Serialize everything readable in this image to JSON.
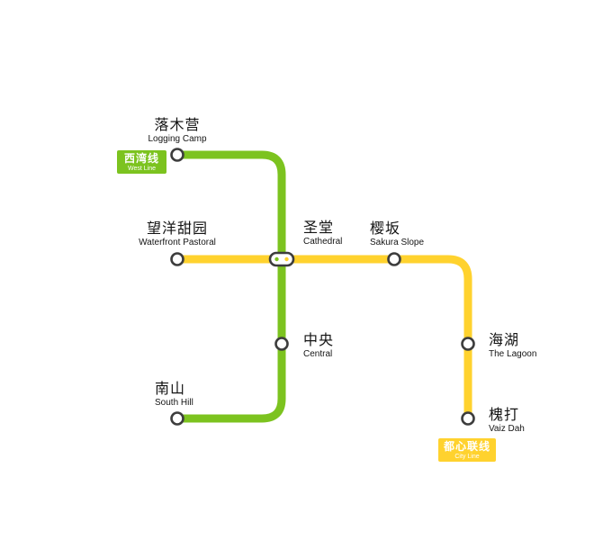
{
  "lines": {
    "west": {
      "name_zh": "西湾线",
      "name_en": "West Line",
      "color": "#7cc31f"
    },
    "city": {
      "name_zh": "都心联线",
      "name_en": "City Line",
      "color": "#ffd22e"
    }
  },
  "stations": {
    "logging_camp": {
      "zh": "落木营",
      "en": "Logging Camp"
    },
    "waterfront_pastoral": {
      "zh": "望洋甜园",
      "en": "Waterfront Pastoral"
    },
    "cathedral": {
      "zh": "圣堂",
      "en": "Cathedral"
    },
    "sakura_slope": {
      "zh": "樱坂",
      "en": "Sakura Slope"
    },
    "central": {
      "zh": "中央",
      "en": "Central"
    },
    "the_lagoon": {
      "zh": "海湖",
      "en": "The Lagoon"
    },
    "south_hill": {
      "zh": "南山",
      "en": "South Hill"
    },
    "vaiz_dah": {
      "zh": "槐打",
      "en": "Vaiz Dah"
    }
  },
  "colors": {
    "station_border": "#3d3d3d",
    "station_fill": "#ffffff",
    "label_text": "#141414",
    "badge_text": "#ffffff"
  }
}
